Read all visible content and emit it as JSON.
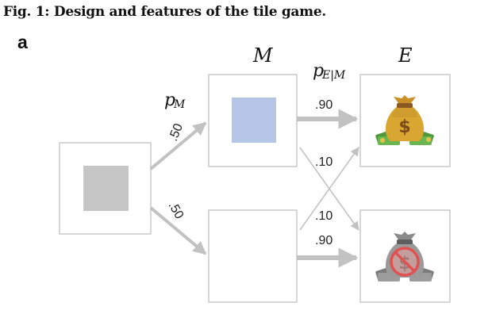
{
  "figure": {
    "caption": "Fig. 1: Design and features of the tile game.",
    "panel_letter": "a"
  },
  "diagram": {
    "header_m": "M",
    "header_e": "E",
    "header_p_e_given_m": "p",
    "header_p_e_given_m_sub": "E|M",
    "label_p_m": "p",
    "label_p_m_sub": "M",
    "prob_start_to_top": ".50",
    "prob_start_to_bottom": ".50",
    "prob_top_to_reward": ".90",
    "prob_top_to_noreward": ".10",
    "prob_bottom_to_reward": ".10",
    "prob_bottom_to_noreward": ".90"
  },
  "colors": {
    "start_tile": "#c6c6c6",
    "middle_tile_blue": "#b5c6e6",
    "box_border": "#c8c8c8",
    "arrow": "#c2c2c2",
    "money_bag": "#d9a632",
    "cash": "#4e9a3a",
    "no_symbol": "#e05252",
    "gray_bag": "#9a9a9a"
  },
  "icons": {
    "reward": "money-bag-icon",
    "no_reward": "crossed-money-bag-icon"
  }
}
